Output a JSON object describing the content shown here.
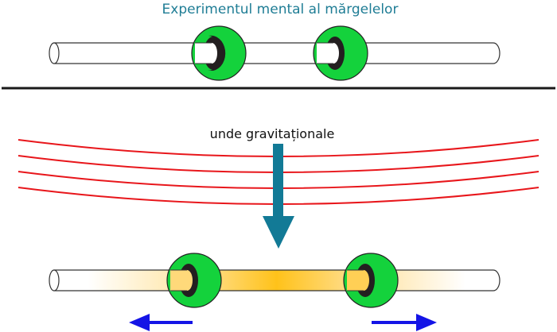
{
  "title": "Experimentul mental al mărgelelor",
  "wave_label": "unde gravitaționale",
  "colors": {
    "title": "#1f7d95",
    "bead_green": "#14d23c",
    "bead_hole": "#231f20",
    "waves": "#e8161b",
    "incoming_arrow": "#127a96",
    "motion_arrows": "#1414e6",
    "heated_rod": "#ffc61e",
    "floor": "#1a1a1a"
  },
  "scenes": [
    {
      "name": "rest",
      "description": "rod with two beads at rest"
    },
    {
      "name": "wave-passing",
      "description": "beads pushed apart, rod heated by friction"
    }
  ],
  "motion_arrows": [
    {
      "direction": "left"
    },
    {
      "direction": "right"
    }
  ]
}
